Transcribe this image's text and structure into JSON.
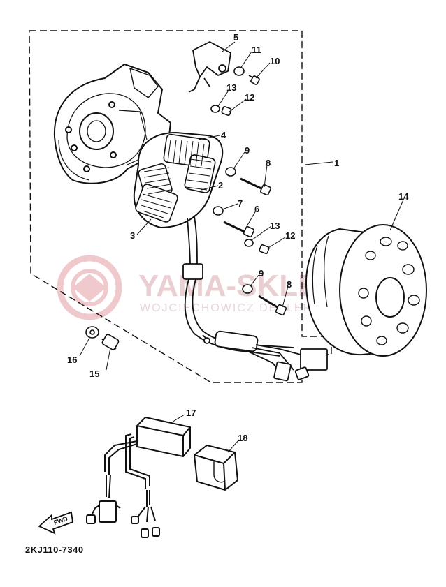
{
  "diagram": {
    "part_code": "2KJ110-7340",
    "fwd_label": "FWD",
    "watermark": {
      "brand": "YAMA-SKLEP.PL",
      "tagline": "WOJCIECHOWICZ DEALER YAMAHA"
    },
    "callouts": [
      {
        "id": "1",
        "label": "1"
      },
      {
        "id": "2",
        "label": "2"
      },
      {
        "id": "3",
        "label": "3"
      },
      {
        "id": "4",
        "label": "4"
      },
      {
        "id": "5",
        "label": "5"
      },
      {
        "id": "6",
        "label": "6"
      },
      {
        "id": "7",
        "label": "7"
      },
      {
        "id": "8a",
        "label": "8"
      },
      {
        "id": "8b",
        "label": "8"
      },
      {
        "id": "9a",
        "label": "9"
      },
      {
        "id": "9b",
        "label": "9"
      },
      {
        "id": "10",
        "label": "10"
      },
      {
        "id": "11",
        "label": "11"
      },
      {
        "id": "12a",
        "label": "12"
      },
      {
        "id": "12b",
        "label": "12"
      },
      {
        "id": "13a",
        "label": "13"
      },
      {
        "id": "13b",
        "label": "13"
      },
      {
        "id": "14",
        "label": "14"
      },
      {
        "id": "15",
        "label": "15"
      },
      {
        "id": "16",
        "label": "16"
      },
      {
        "id": "17",
        "label": "17"
      },
      {
        "id": "18",
        "label": "18"
      }
    ]
  }
}
